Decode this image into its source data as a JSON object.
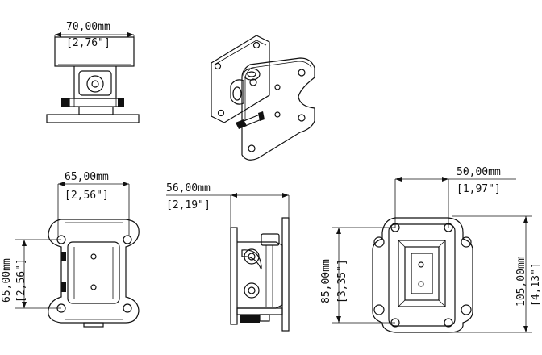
{
  "views": {
    "top_front": {
      "width_mm": "70,00mm",
      "width_in": "[2,76\"]"
    },
    "bottom_front": {
      "width_mm": "65,00mm",
      "width_in": "[2,56\"]",
      "height_mm": "65,00mm",
      "height_in": "[2,56\"]"
    },
    "side": {
      "width_mm": "56,00mm",
      "width_in": "[2,19\"]"
    },
    "back": {
      "width_mm": "50,00mm",
      "width_in": "[1,97\"]",
      "hole_height_mm": "85,00mm",
      "hole_height_in": "[3,35\"]",
      "height_mm": "105,00mm",
      "height_in": "[4,13\"]"
    }
  }
}
